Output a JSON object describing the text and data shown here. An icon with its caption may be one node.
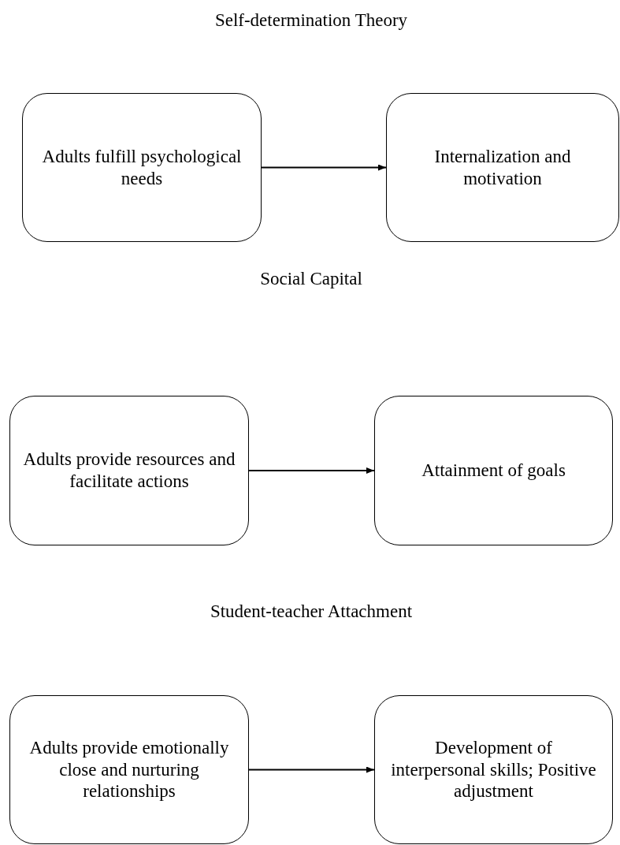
{
  "diagram": {
    "nodes": [
      {
        "text": [
          "Adults fulfill psychological needs"
        ]
      },
      {
        "text": [
          "Internalization and motivation"
        ]
      },
      {
        "text": [
          "Adults provide resources and facilitate actions"
        ]
      },
      {
        "text": [
          "Attainment of goals"
        ]
      },
      {
        "text": [
          "Adults provide emotionally close and nurturing relationships"
        ]
      },
      {
        "text": [
          "Development of interpersonal skills; Positive adjustment"
        ]
      }
    ],
    "edges": [
      {
        "from": 0,
        "to": 1,
        "arrow": "to"
      },
      {
        "from": 2,
        "to": 3,
        "arrow": "to"
      },
      {
        "from": 4,
        "to": 5,
        "arrow": "to"
      }
    ],
    "labels": [
      "Self-determination Theory",
      "Social Capital",
      "Student-teacher Attachment"
    ]
  }
}
